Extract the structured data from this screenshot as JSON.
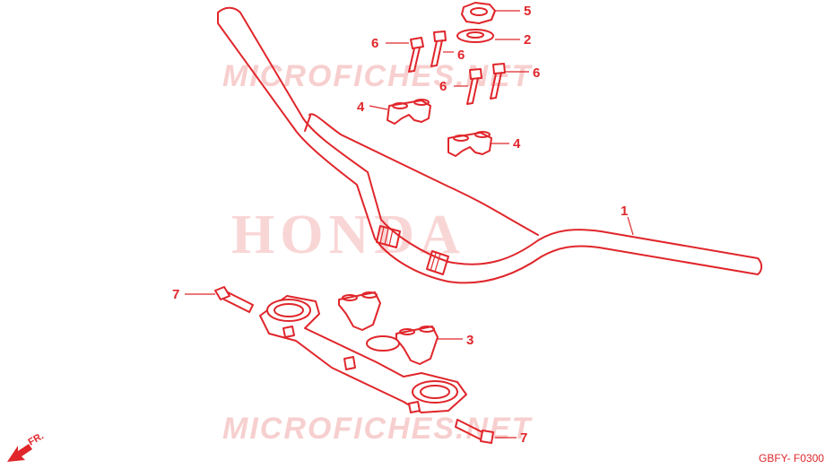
{
  "watermarks": {
    "top": "MICROFICHES.NET",
    "center": "HONDA",
    "bottom": "MICROFICHES.NET"
  },
  "callouts": {
    "handlebar": "1",
    "washer": "2",
    "lower_holder": "3",
    "upper_holder_left": "4",
    "upper_holder_right": "4",
    "nut": "5",
    "bolt_a": "6",
    "bolt_b": "6",
    "bolt_c": "6",
    "bolt_d": "6",
    "bolt_lower_top": "7",
    "bolt_lower_bottom": "7"
  },
  "direction_label": "FR.",
  "diagram_code": "GBFY- F0300",
  "colors": {
    "line": "#e0262b",
    "watermark": "#f7cfcf",
    "background": "#ffffff"
  }
}
